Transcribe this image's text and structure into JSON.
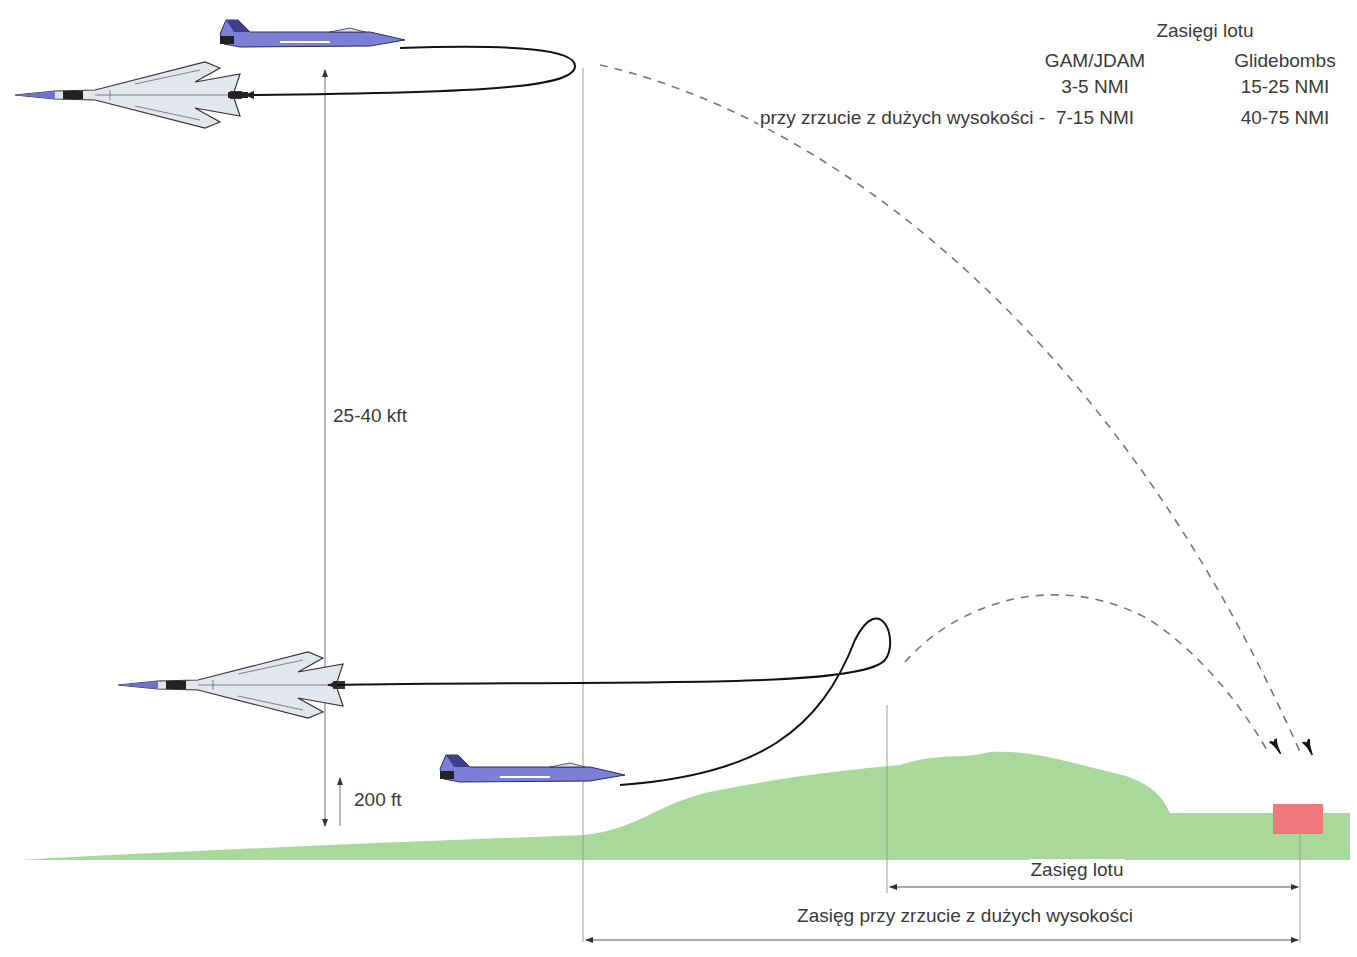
{
  "diagram": {
    "labels": [
      "Zasięgi lotu",
      "GAM/JDAM",
      "Glidebombs",
      "3-5 NMI",
      "15-25 NMI",
      "przy zrzucie z dużych wysokości -",
      "7-15 NMI",
      "40-75 NMI",
      "25-40 kft",
      "200 ft",
      "Zasięg lotu",
      "Zasięg przy zrzucie z dużych wysokości"
    ]
  }
}
